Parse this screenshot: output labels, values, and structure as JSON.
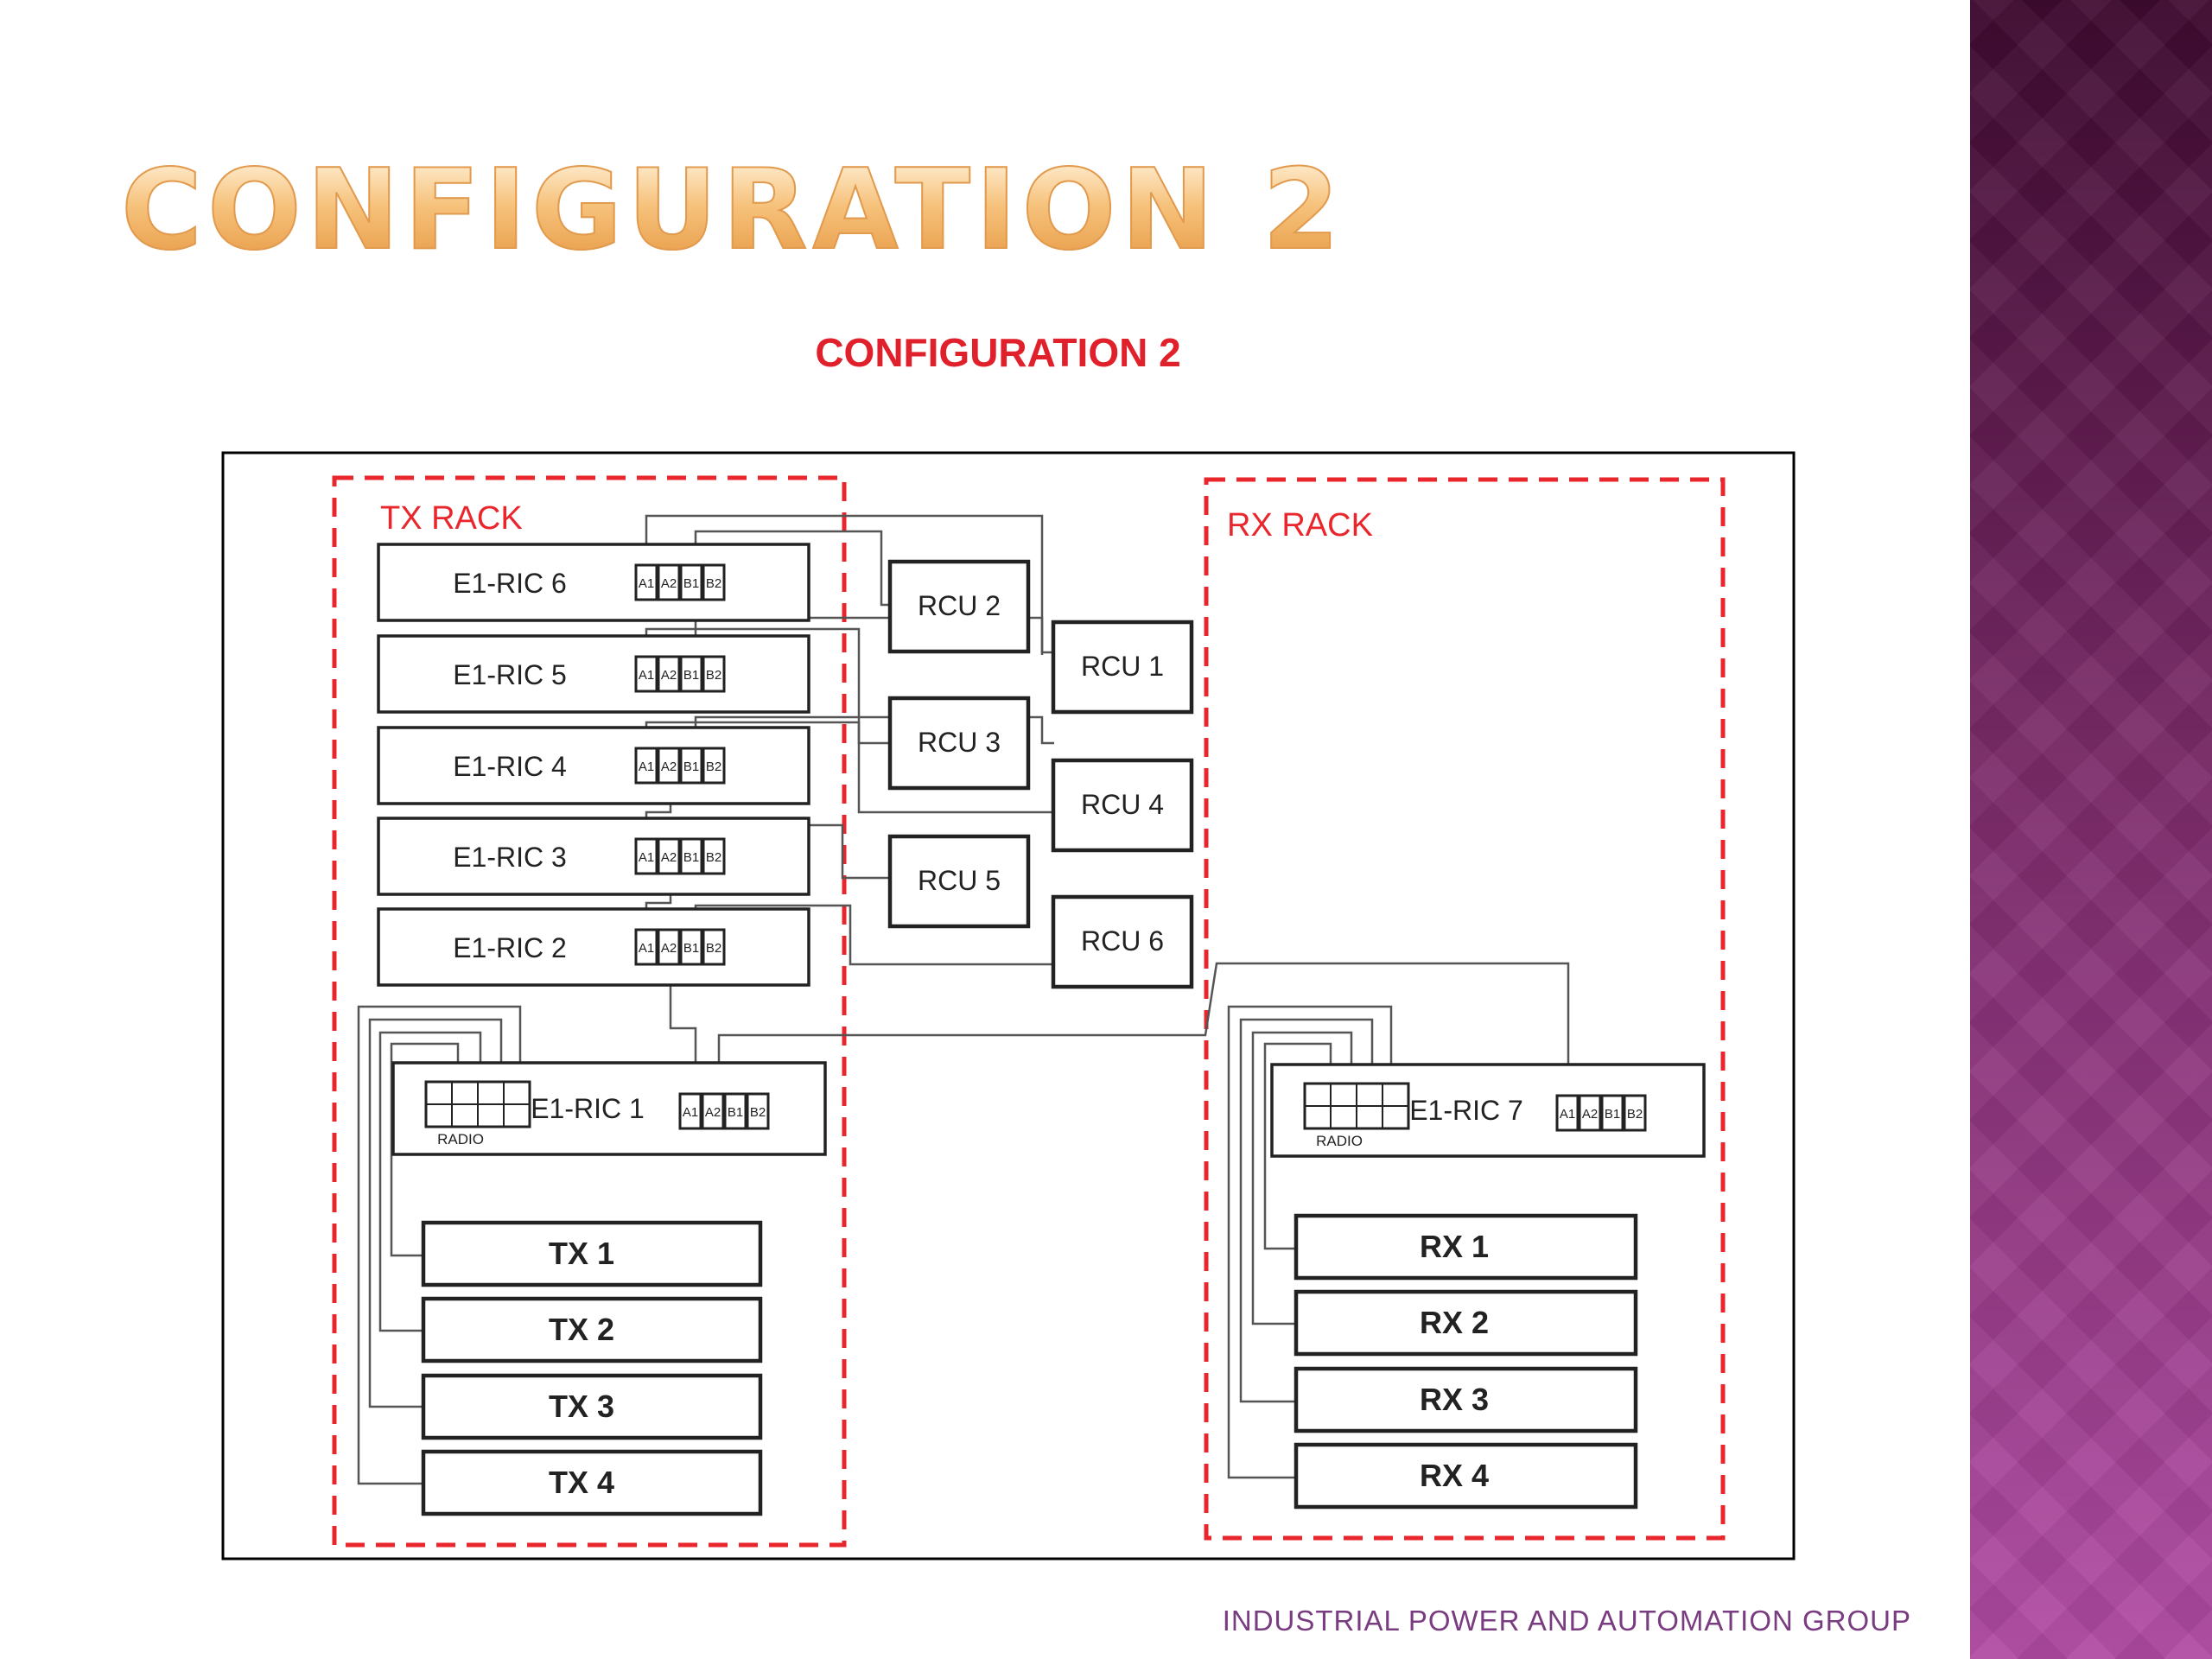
{
  "slide": {
    "title": "CONFIGURATION 2",
    "footer": "INDUSTRIAL POWER AND AUTOMATION GROUP"
  },
  "diagram": {
    "heading": "CONFIGURATION 2",
    "tx_rack": {
      "label": "TX RACK",
      "rics": [
        "E1-RIC 6",
        "E1-RIC 5",
        "E1-RIC 4",
        "E1-RIC 3",
        "E1-RIC 2"
      ],
      "ric1": "E1-RIC 1",
      "transmitters": [
        "TX 1",
        "TX 2",
        "TX 3",
        "TX 4"
      ]
    },
    "rx_rack": {
      "label": "RX RACK",
      "ric7": "E1-RIC 7",
      "receivers": [
        "RX 1",
        "RX 2",
        "RX 3",
        "RX 4"
      ]
    },
    "rcus": [
      "RCU 2",
      "RCU 1",
      "RCU 3",
      "RCU 4",
      "RCU 5",
      "RCU 6"
    ],
    "ports": [
      "A1",
      "A2",
      "B1",
      "B2"
    ],
    "radio_label": "RADIO",
    "colors": {
      "rack_border": "#e8262b",
      "heading": "#e0202a",
      "title": "#f2b265",
      "band": "#8a3278"
    }
  }
}
